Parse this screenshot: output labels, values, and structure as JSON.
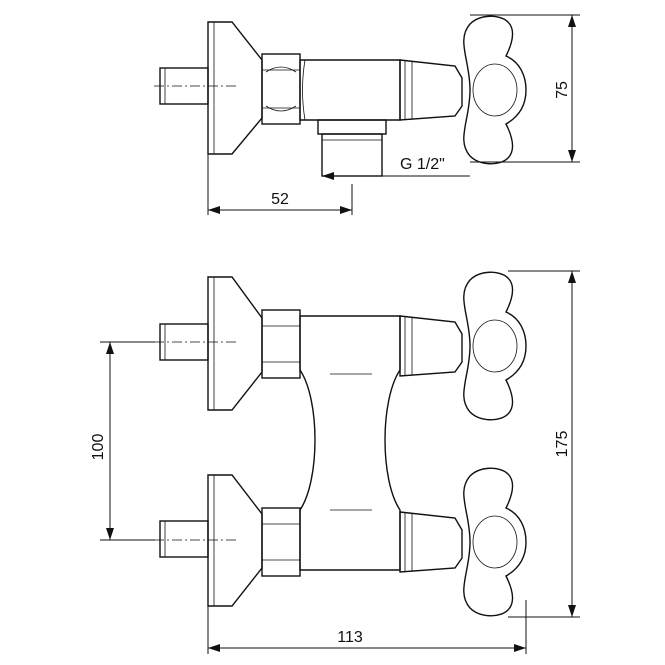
{
  "top_view": {
    "dim_width": "52",
    "dim_height": "75",
    "thread_label": "G 1/2\""
  },
  "front_view": {
    "dim_center": "100",
    "dim_height": "175",
    "dim_width": "113"
  }
}
